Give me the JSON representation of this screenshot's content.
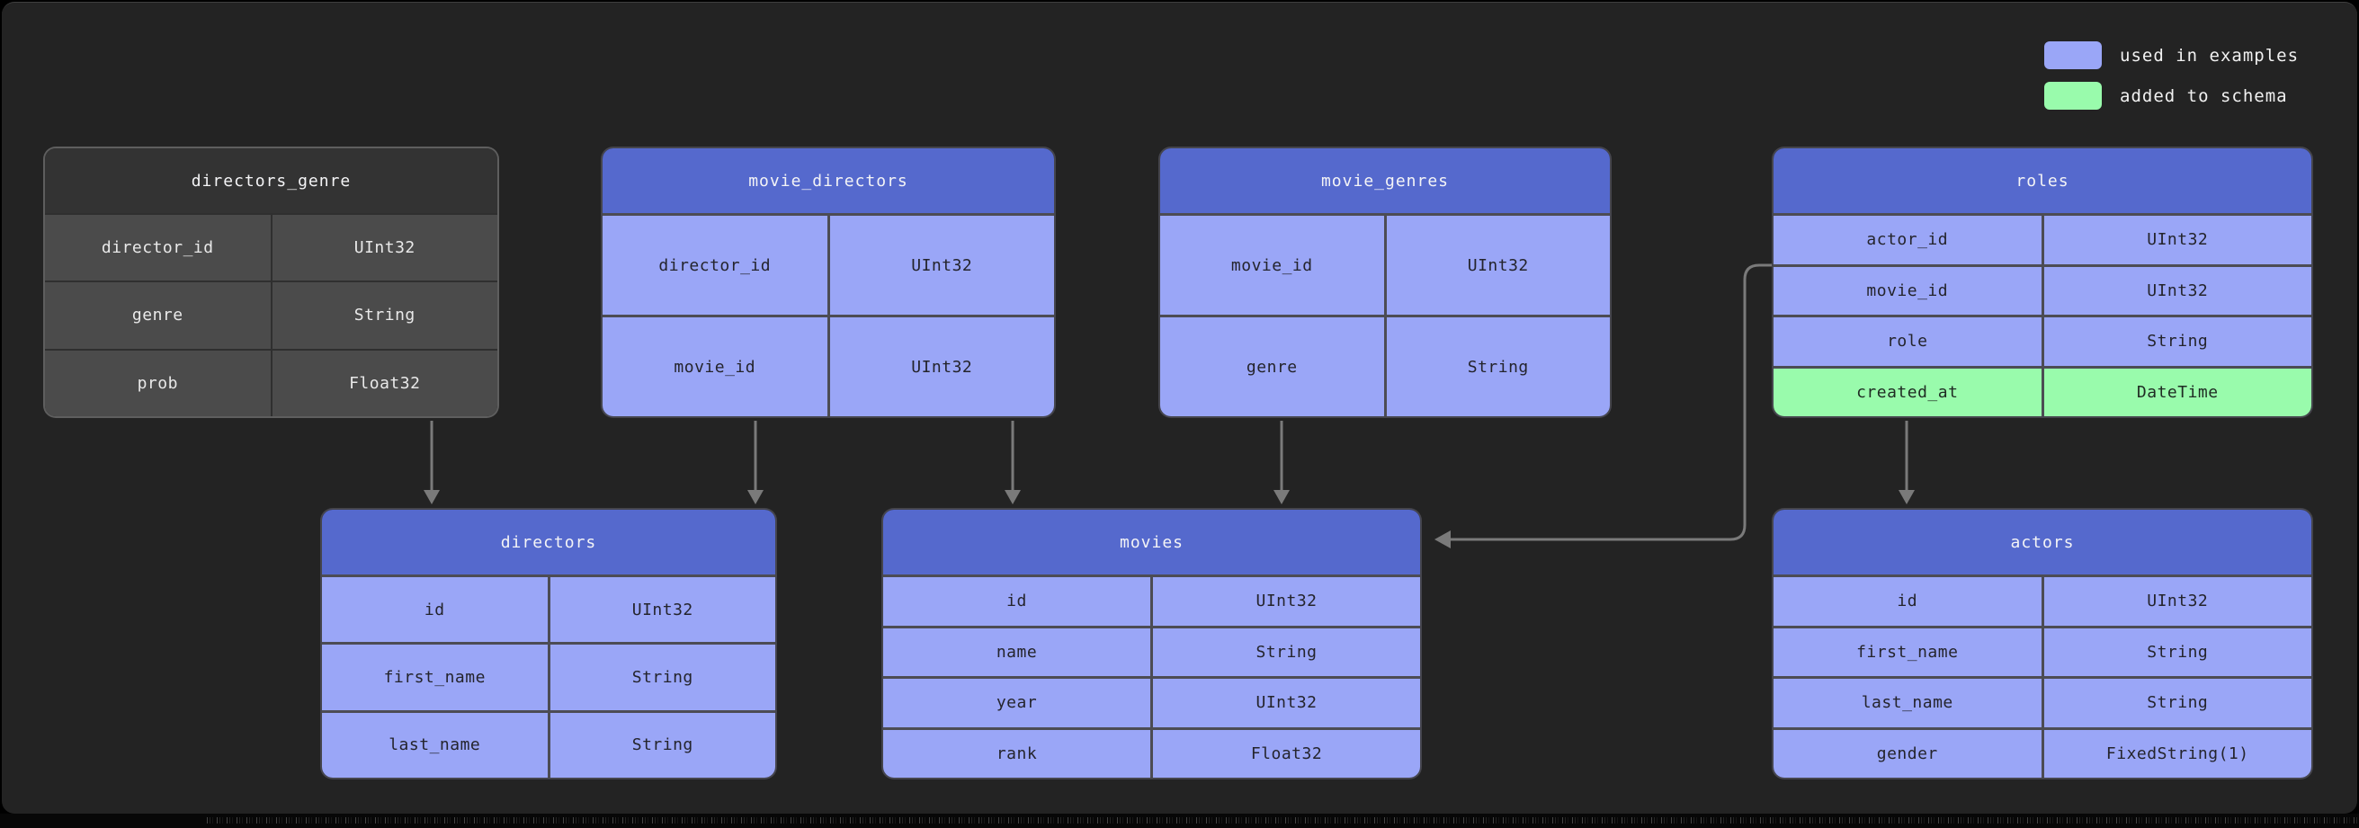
{
  "legend": {
    "items": [
      {
        "label": "used in examples",
        "color": "#9aa6f7"
      },
      {
        "label": "added to schema",
        "color": "#99fbac"
      }
    ]
  },
  "colors": {
    "header_blue": "#5569cd",
    "row_blue": "#9aa6f7",
    "row_green": "#99fbac",
    "dark_header": "#333333",
    "dark_row": "#4b4b4b",
    "arrow": "#7a7a7a"
  },
  "tables": [
    {
      "id": "directors_genre",
      "title": "directors_genre",
      "theme": "dark",
      "fields": [
        {
          "name": "director_id",
          "type": "UInt32"
        },
        {
          "name": "genre",
          "type": "String"
        },
        {
          "name": "prob",
          "type": "Float32"
        }
      ]
    },
    {
      "id": "movie_directors",
      "title": "movie_directors",
      "theme": "blue",
      "fields": [
        {
          "name": "director_id",
          "type": "UInt32"
        },
        {
          "name": "movie_id",
          "type": "UInt32"
        }
      ]
    },
    {
      "id": "movie_genres",
      "title": "movie_genres",
      "theme": "blue",
      "fields": [
        {
          "name": "movie_id",
          "type": "UInt32"
        },
        {
          "name": "genre",
          "type": "String"
        }
      ]
    },
    {
      "id": "roles",
      "title": "roles",
      "theme": "blue",
      "fields": [
        {
          "name": "actor_id",
          "type": "UInt32"
        },
        {
          "name": "movie_id",
          "type": "UInt32"
        },
        {
          "name": "role",
          "type": "String"
        },
        {
          "name": "created_at",
          "type": "DateTime",
          "highlight": "added"
        }
      ]
    },
    {
      "id": "directors",
      "title": "directors",
      "theme": "blue",
      "fields": [
        {
          "name": "id",
          "type": "UInt32"
        },
        {
          "name": "first_name",
          "type": "String"
        },
        {
          "name": "last_name",
          "type": "String"
        }
      ]
    },
    {
      "id": "movies",
      "title": "movies",
      "theme": "blue",
      "fields": [
        {
          "name": "id",
          "type": "UInt32"
        },
        {
          "name": "name",
          "type": "String"
        },
        {
          "name": "year",
          "type": "UInt32"
        },
        {
          "name": "rank",
          "type": "Float32"
        }
      ]
    },
    {
      "id": "actors",
      "title": "actors",
      "theme": "blue",
      "fields": [
        {
          "name": "id",
          "type": "UInt32"
        },
        {
          "name": "first_name",
          "type": "String"
        },
        {
          "name": "last_name",
          "type": "String"
        },
        {
          "name": "gender",
          "type": "FixedString(1)"
        }
      ]
    }
  ],
  "edges": [
    {
      "from": "directors_genre",
      "to": "directors"
    },
    {
      "from": "movie_directors",
      "to": "directors"
    },
    {
      "from": "movie_directors",
      "to": "movies"
    },
    {
      "from": "movie_genres",
      "to": "movies"
    },
    {
      "from": "roles",
      "to": "movies"
    },
    {
      "from": "roles",
      "to": "actors"
    }
  ]
}
